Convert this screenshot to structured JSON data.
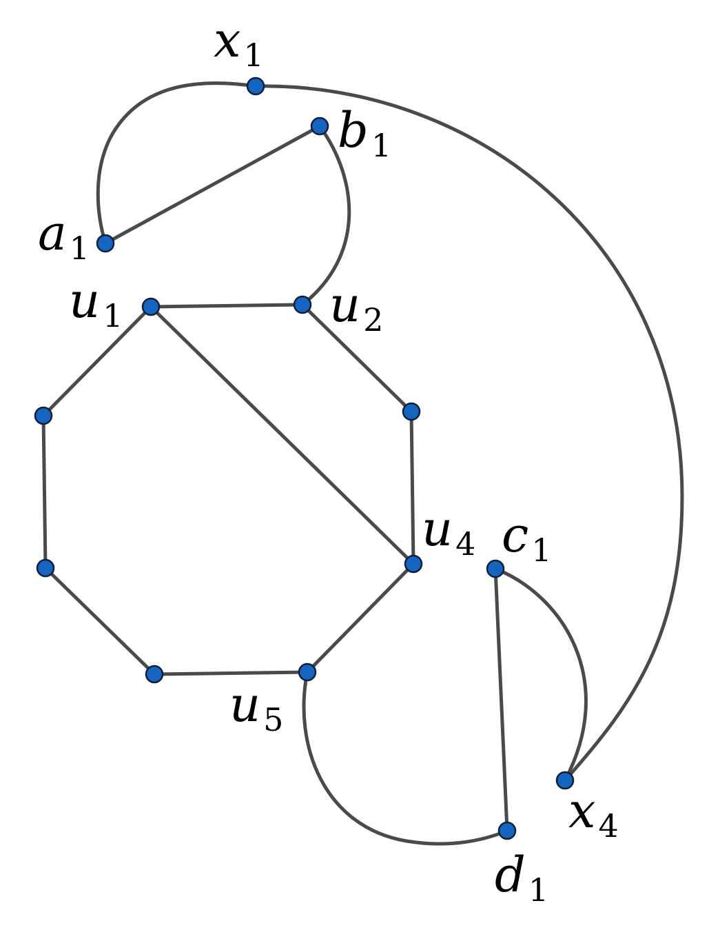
{
  "diagram": {
    "type": "graph",
    "colors": {
      "edge": "#4a4a4a",
      "vertex_fill": "#1565c0",
      "vertex_stroke": "#0b1f3a",
      "label": "#000000"
    },
    "vertices": [
      {
        "id": "x1",
        "label": "x",
        "sub": "1"
      },
      {
        "id": "b1",
        "label": "b",
        "sub": "1"
      },
      {
        "id": "a1",
        "label": "a",
        "sub": "1"
      },
      {
        "id": "u1",
        "label": "u",
        "sub": "1"
      },
      {
        "id": "u2",
        "label": "u",
        "sub": "2"
      },
      {
        "id": "r1",
        "label": "",
        "sub": ""
      },
      {
        "id": "l1",
        "label": "",
        "sub": ""
      },
      {
        "id": "l2",
        "label": "",
        "sub": ""
      },
      {
        "id": "bl",
        "label": "",
        "sub": ""
      },
      {
        "id": "u4",
        "label": "u",
        "sub": "4"
      },
      {
        "id": "u5",
        "label": "u",
        "sub": "5"
      },
      {
        "id": "c1",
        "label": "c",
        "sub": "1"
      },
      {
        "id": "x4",
        "label": "x",
        "sub": "4"
      },
      {
        "id": "d1",
        "label": "d",
        "sub": "1"
      }
    ],
    "edges": [
      {
        "from": "x1",
        "to": "a1",
        "shape": "curve"
      },
      {
        "from": "x1",
        "to": "x4",
        "shape": "curve"
      },
      {
        "from": "a1",
        "to": "b1",
        "shape": "line"
      },
      {
        "from": "b1",
        "to": "u2",
        "shape": "curve"
      },
      {
        "from": "u1",
        "to": "u2",
        "shape": "line"
      },
      {
        "from": "u1",
        "to": "l1",
        "shape": "line"
      },
      {
        "from": "u1",
        "to": "u4",
        "shape": "line"
      },
      {
        "from": "u2",
        "to": "r1",
        "shape": "line"
      },
      {
        "from": "r1",
        "to": "u4",
        "shape": "line"
      },
      {
        "from": "l1",
        "to": "l2",
        "shape": "line"
      },
      {
        "from": "l2",
        "to": "bl",
        "shape": "line"
      },
      {
        "from": "bl",
        "to": "u5",
        "shape": "line"
      },
      {
        "from": "u5",
        "to": "u4",
        "shape": "line"
      },
      {
        "from": "u5",
        "to": "d1",
        "shape": "curve"
      },
      {
        "from": "c1",
        "to": "d1",
        "shape": "line"
      },
      {
        "from": "c1",
        "to": "x4",
        "shape": "curve"
      }
    ]
  }
}
